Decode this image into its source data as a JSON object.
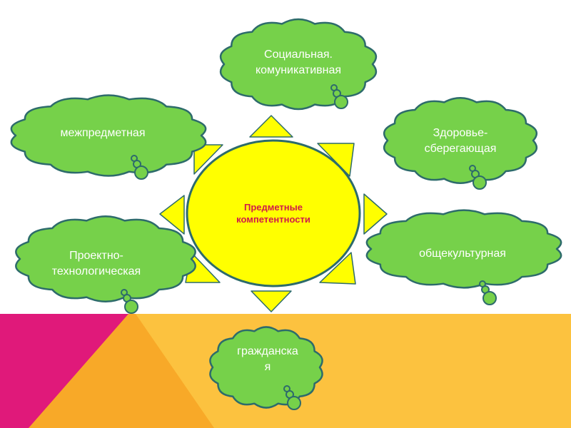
{
  "center": {
    "text": "Предметные\nкомпетентности"
  },
  "clouds": [
    {
      "id": "social",
      "text": "Социальная.\nкомуникативная"
    },
    {
      "id": "interdisciplinary",
      "text": "межпредметная"
    },
    {
      "id": "health",
      "text": "Здоровье-\nсберегающая"
    },
    {
      "id": "project",
      "text": "Проектно-\nтехнологическая"
    },
    {
      "id": "cultural",
      "text": "общекультурная"
    },
    {
      "id": "civic",
      "text": "гражданска\nя"
    }
  ],
  "colors": {
    "cloud_fill": "#76d14a",
    "cloud_stroke": "#2d6b6b",
    "sun_fill": "#ffff00",
    "sun_stroke": "#2d6b6b",
    "center_text": "#d01a4a",
    "band_magenta": "#e0197a",
    "band_orange": "#fcc23f",
    "band_orange_dark": "#f8a928"
  }
}
